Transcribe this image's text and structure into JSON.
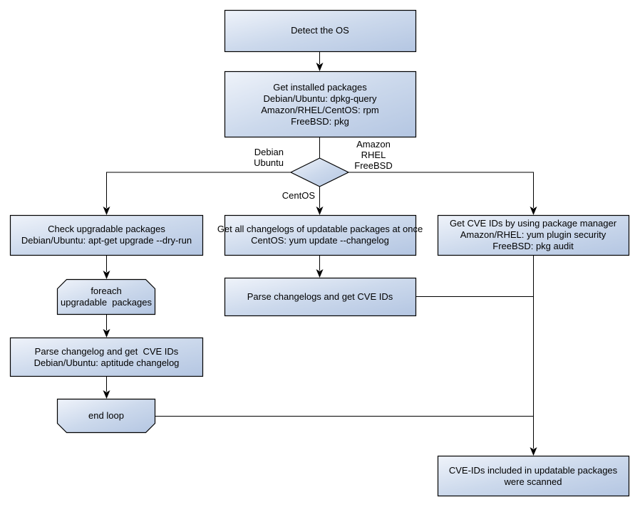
{
  "palette": {
    "background": "#ffffff",
    "node_fill_top_left": "#eff3fa",
    "node_fill_bottom_right": "#b4c6e2",
    "node_border": "#000000",
    "connector": "#000000",
    "text": "#000000"
  },
  "nodes": {
    "detect_os": "Detect the OS",
    "get_installed_packages": [
      "Get installed packages",
      "Debian/Ubuntu: dpkg-query",
      "Amazon/RHEL/CentOS: rpm",
      "FreeBSD: pkg"
    ],
    "check_upgradable": [
      "Check upgradable packages",
      "Debian/Ubuntu: apt-get upgrade --dry-run"
    ],
    "foreach_loop": [
      "foreach",
      "upgradable  packages"
    ],
    "parse_changelog_debian": [
      "Parse changelog and get  CVE IDs",
      "Debian/Ubuntu: aptitude changelog"
    ],
    "end_loop": "end loop",
    "get_changelogs_centos": [
      "Get all changelogs of updatable packages at once",
      "CentOS: yum update --changelog"
    ],
    "parse_changelogs_centos": "Parse changelogs and get CVE IDs",
    "get_cve_ids_pkg_manager": [
      "Get CVE IDs by using package manager",
      "Amazon/RHEL: yum plugin security",
      "FreeBSD: pkg audit"
    ],
    "cve_scanned": [
      "CVE-IDs included in updatable packages",
      "were scanned"
    ]
  },
  "edge_labels": {
    "debian_ubuntu": [
      "Debian",
      "Ubuntu"
    ],
    "amazon_rhel_freebsd": [
      "Amazon",
      "RHEL",
      "FreeBSD"
    ],
    "centos": "CentOS"
  }
}
